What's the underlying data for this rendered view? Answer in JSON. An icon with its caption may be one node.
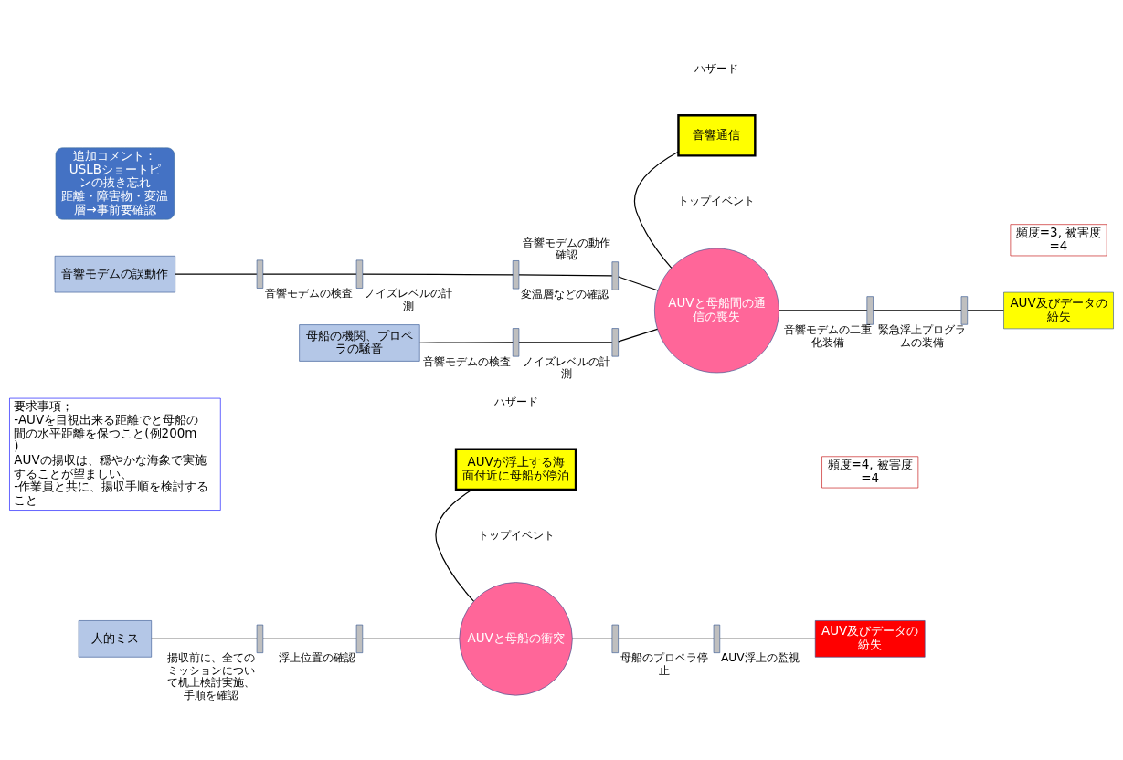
{
  "diagram": {
    "nodes": [
      {
        "text": [
          "人的ミス"
        ]
      },
      {
        "text": [],
        "shape": "bar",
        "beside": [
          "揚収前に、全てのミッションについて机上検討実施、手順を確認"
        ]
      },
      {
        "text": [],
        "shape": "bar",
        "beside": [
          "浮上位置の確認"
        ]
      },
      {
        "text": [
          "AUVが浮上する海面付近に母船が停泊"
        ],
        "beside": [
          "ハザード"
        ]
      },
      {
        "text": [
          "AUVと母船の衝突"
        ],
        "beside": [
          "トップイベント"
        ]
      },
      {
        "text": [],
        "shape": "bar",
        "beside": [
          "母船のプロペラ停止"
        ]
      },
      {
        "text": [],
        "shape": "bar",
        "beside": [
          "AUV浮上の監視"
        ]
      },
      {
        "text": [
          "AUV及びデータの紛失"
        ]
      },
      {
        "text": [
          "頻度=4, 被害度=4"
        ]
      },
      {
        "text": [
          "要求事項；",
          "-AUVを目視出来る距離でと母船の間の水平距離を保つこと(例200m)",
          "AUVの揚収は、穏やかな海象で実施することが望ましい、",
          "-作業員と共に、揚収手順を検討すること"
        ]
      },
      {
        "text": [
          "音響モデムの誤動作"
        ]
      },
      {
        "text": [],
        "shape": "bar",
        "beside": [
          "音響モデムの検査"
        ]
      },
      {
        "text": [],
        "shape": "bar",
        "beside": [
          "ノイズレベルの計測"
        ]
      },
      {
        "text": [],
        "shape": "bar",
        "beside": [
          "変温層などの確認"
        ]
      },
      {
        "text": [],
        "shape": "bar",
        "beside": [
          "音響モデムの動作確認"
        ]
      },
      {
        "text": [
          "母船の機関、プロペラの騒音"
        ]
      },
      {
        "text": [],
        "shape": "bar",
        "beside": [
          "音響モデムの検査"
        ]
      },
      {
        "text": [],
        "shape": "bar",
        "beside": [
          "ノイズレベルの計測"
        ]
      },
      {
        "text": [
          "音響通信"
        ],
        "beside": [
          "ハザード"
        ]
      },
      {
        "text": [
          "AUVと母船間の通信の喪失"
        ],
        "beside": [
          "トップイベント"
        ]
      },
      {
        "text": [],
        "shape": "bar",
        "beside": [
          "音響モデムの二重化装備"
        ]
      },
      {
        "text": [],
        "shape": "bar",
        "beside": [
          "緊急浮上プログラムの装備"
        ]
      },
      {
        "text": [
          "AUV及びデータの紛失"
        ]
      },
      {
        "text": [
          "頻度=3, 被害度=4"
        ]
      },
      {
        "text": [
          "追加コメント：",
          "USLBショートピンの抜き忘れ",
          "距離・障害物・変温層→事前要確認"
        ]
      }
    ],
    "edges": [
      {
        "from": 0,
        "to": 1,
        "arrow": "none"
      },
      {
        "from": 1,
        "to": 2,
        "arrow": "none"
      },
      {
        "from": 2,
        "to": 4,
        "arrow": "none"
      },
      {
        "from": 3,
        "to": 4,
        "arrow": "none"
      },
      {
        "from": 4,
        "to": 5,
        "arrow": "none"
      },
      {
        "from": 5,
        "to": 6,
        "arrow": "none"
      },
      {
        "from": 6,
        "to": 7,
        "arrow": "none"
      },
      {
        "from": 10,
        "to": 11,
        "arrow": "none"
      },
      {
        "from": 11,
        "to": 12,
        "arrow": "none"
      },
      {
        "from": 12,
        "to": 13,
        "arrow": "none"
      },
      {
        "from": 13,
        "to": 14,
        "arrow": "none"
      },
      {
        "from": 14,
        "to": 19,
        "arrow": "none"
      },
      {
        "from": 15,
        "to": 16,
        "arrow": "none"
      },
      {
        "from": 16,
        "to": 17,
        "arrow": "none"
      },
      {
        "from": 17,
        "to": 19,
        "arrow": "none"
      },
      {
        "from": 18,
        "to": 19,
        "arrow": "none"
      },
      {
        "from": 19,
        "to": 20,
        "arrow": "none"
      },
      {
        "from": 20,
        "to": 21,
        "arrow": "none"
      },
      {
        "from": 21,
        "to": 22,
        "arrow": "none"
      }
    ]
  }
}
